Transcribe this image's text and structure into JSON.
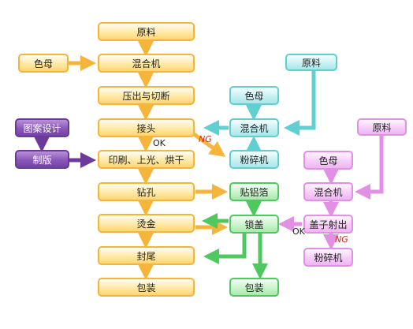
{
  "main_chain": {
    "raw_material": "原料",
    "mixer": "混合机",
    "extrude_cut": "压出与切断",
    "joint": "接头",
    "print_dry": "印刷、上光、烘干",
    "drill": "钻孔",
    "hot_gold": "烫金",
    "seal_tail": "封尾",
    "packaging": "包装"
  },
  "left_side": {
    "masterbatch": "色母",
    "pattern_design": "图案设计",
    "plate_making": "制版"
  },
  "cap_chain": {
    "raw_material": "原料",
    "masterbatch": "色母",
    "mixer": "混合机",
    "crusher": "粉碎机"
  },
  "cyan_chain": {
    "raw_material": "原料",
    "masterbatch": "色母",
    "mixer": "混合机",
    "crusher": "粉碎机"
  },
  "green_chain": {
    "foil": "贴铝箔",
    "lock_cap": "锁盖",
    "packaging": "包装"
  },
  "pink_chain": {
    "raw_material": "原料",
    "masterbatch": "色母",
    "mixer": "混合机",
    "cap_injection": "盖子射出",
    "crusher": "粉碎机"
  },
  "labels": {
    "ok_main": "OK",
    "ng_main": "NG",
    "ok_cap": "OK",
    "ng_cap": "NG"
  },
  "colors": {
    "orange": "#f5b43a",
    "cyan": "#5fcfd2",
    "green": "#4fc95f",
    "pink": "#e28fe6",
    "purple": "#6b3a9a"
  }
}
